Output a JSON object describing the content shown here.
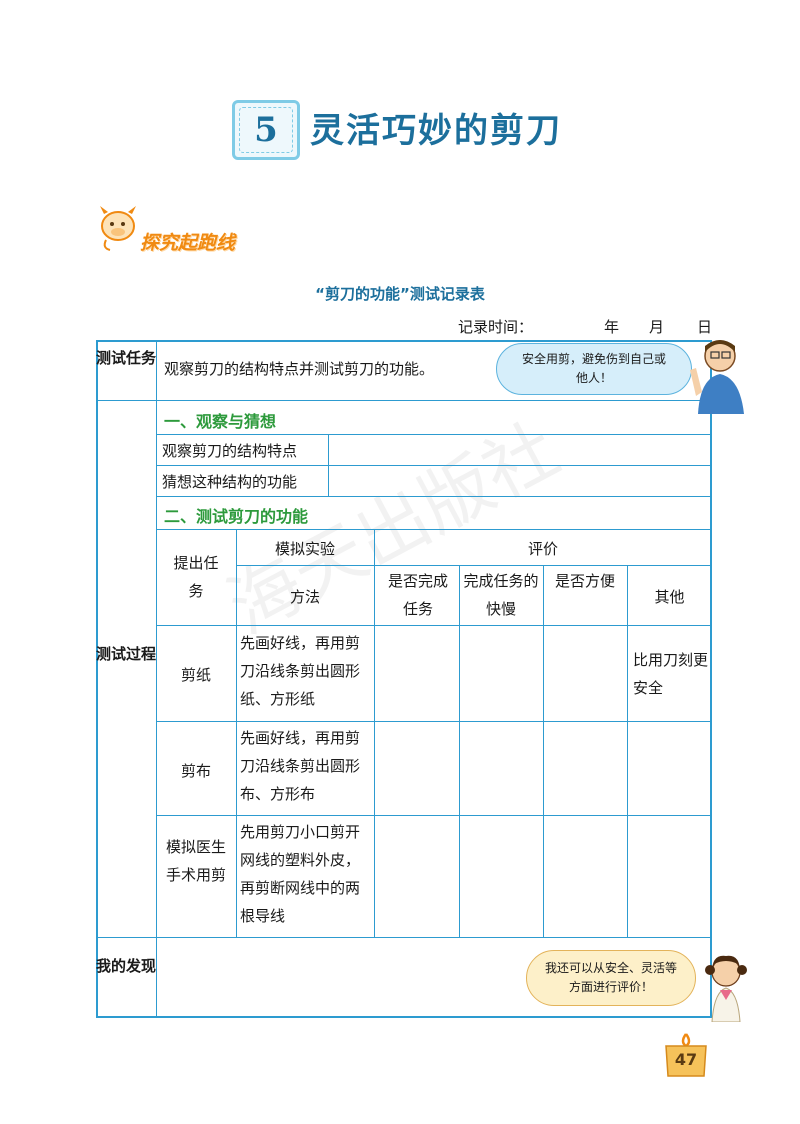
{
  "lesson": {
    "number": "5",
    "title": "灵活巧妙的剪刀"
  },
  "section": {
    "title": "探究起跑线"
  },
  "table_title": "“剪刀的功能”测试记录表",
  "record_time": {
    "label": "记录时间：",
    "year": "年",
    "month": "月",
    "day": "日"
  },
  "task": {
    "label": "测试任务",
    "text": "观察剪刀的结构特点并测试剪刀的功能。",
    "bubble": "安全用剪，避免伤到自己或他人！"
  },
  "process": {
    "label": "测试过程",
    "part1_title": "一、观察与猜想",
    "part1_rows": [
      "观察剪刀的结构特点",
      "猜想这种结构的功能"
    ],
    "part2_title": "二、测试剪刀的功能",
    "headers": {
      "task": "提出任务",
      "sim": "模拟实验",
      "method": "方法",
      "eval": "评价",
      "col_done": "是否完成任务",
      "col_speed": "完成任务的快慢",
      "col_easy": "是否方便",
      "col_other": "其他"
    },
    "rows": [
      {
        "task": "剪纸",
        "method": "先画好线，再用剪刀沿线条剪出圆形纸、方形纸",
        "other": "比用刀刻更安全"
      },
      {
        "task": "剪布",
        "method": "先画好线，再用剪刀沿线条剪出圆形布、方形布",
        "other": ""
      },
      {
        "task": "模拟医生手术用剪",
        "method": "先用剪刀小口剪开网线的塑料外皮，再剪断网线中的两根导线",
        "other": ""
      }
    ]
  },
  "discovery": {
    "label": "我的发现",
    "bubble": "我还可以从安全、灵活等方面进行评价！"
  },
  "page_number": "47",
  "watermark": "海天出版社"
}
